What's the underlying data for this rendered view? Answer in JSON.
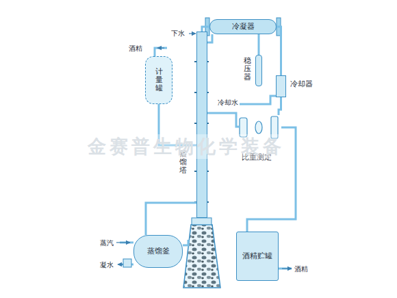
{
  "diagram": {
    "nodes": [
      {
        "text": [
          "计量罐"
        ]
      },
      {
        "text": [
          "冷凝器"
        ]
      },
      {
        "text": [
          "稳压器"
        ]
      },
      {
        "text": [
          "冷却器"
        ]
      },
      {
        "text": [
          "蒸馏塔"
        ]
      },
      {
        "text": [
          "比重测定"
        ]
      },
      {
        "text": [
          "蒸馏釜"
        ]
      },
      {
        "text": [
          "酒精贮罐"
        ]
      }
    ],
    "edges": [
      {
        "from": 0,
        "to": 4,
        "arrow": "none"
      },
      {
        "from": 4,
        "to": 1,
        "arrow": "none"
      },
      {
        "from": 1,
        "to": 2,
        "arrow": "none"
      },
      {
        "from": 1,
        "to": 3,
        "arrow": "none"
      },
      {
        "from": 3,
        "to": 5,
        "arrow": "none"
      },
      {
        "from": 5,
        "to": 7,
        "arrow": "none"
      },
      {
        "from": 6,
        "to": 4,
        "arrow": "none"
      }
    ],
    "labels": [
      "酒精",
      "下水",
      "冷却水",
      "蒸汽",
      "凝水",
      "酒精",
      "金赛普生物化学装备"
    ]
  }
}
